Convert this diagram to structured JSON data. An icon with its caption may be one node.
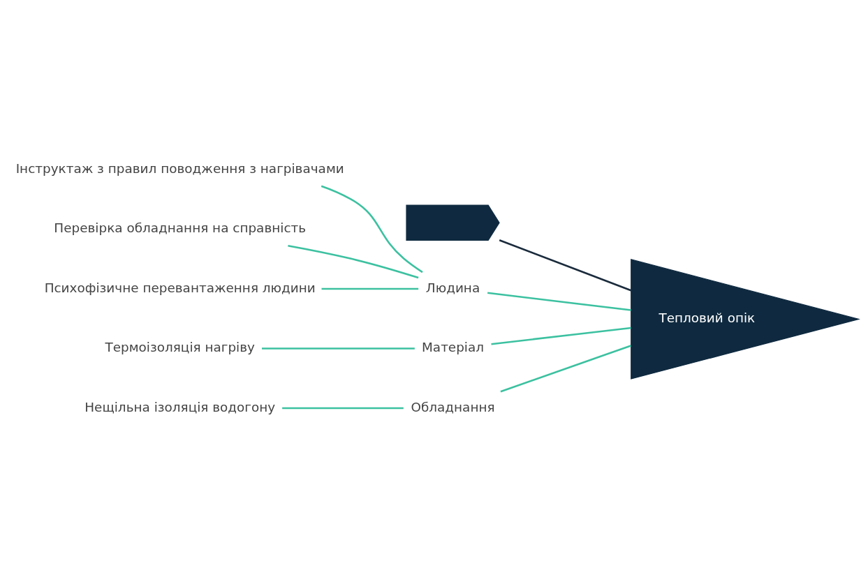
{
  "diagram": {
    "nodes": [
      {
        "text": [],
        "shape": "chevron"
      },
      {
        "text": [
          "Тепловий опік"
        ]
      },
      {
        "text": [
          "Людина"
        ]
      },
      {
        "text": [
          "Інструктаж з правил поводження з нагрівачами"
        ]
      },
      {
        "text": [
          "Перевірка обладнання на справність"
        ]
      },
      {
        "text": [
          "Психофізичне перевантаження людини"
        ]
      },
      {
        "text": [
          "Термоізоляція нагріву"
        ]
      },
      {
        "text": [
          "Матеріал"
        ]
      },
      {
        "text": [
          "Нещільна ізоляція водогону"
        ]
      },
      {
        "text": [
          "Обладнання"
        ]
      }
    ],
    "edges": [
      {
        "from": 0,
        "to": 1,
        "arrow": "none",
        "color": "#1a2b3c"
      },
      {
        "from": 2,
        "to": 1,
        "arrow": "none"
      },
      {
        "from": 3,
        "to": 2,
        "arrow": "none"
      },
      {
        "from": 4,
        "to": 2,
        "arrow": "none"
      },
      {
        "from": 5,
        "to": 2,
        "arrow": "none"
      },
      {
        "from": 7,
        "to": 1,
        "arrow": "none"
      },
      {
        "from": 6,
        "to": 7,
        "arrow": "none"
      },
      {
        "from": 9,
        "to": 1,
        "arrow": "none"
      },
      {
        "from": 8,
        "to": 9,
        "arrow": "none"
      }
    ]
  }
}
